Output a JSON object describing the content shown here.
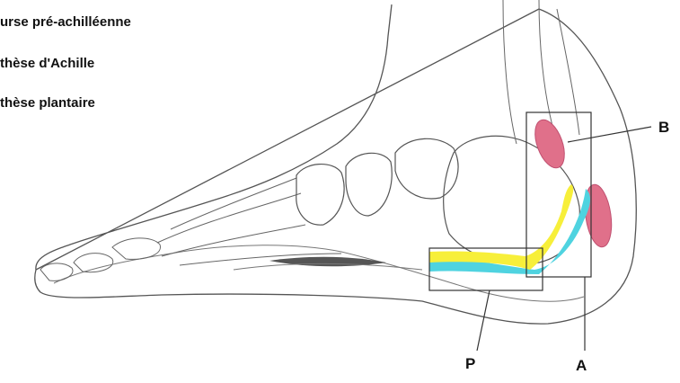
{
  "legend": {
    "bursa": "urse pré-achilléenne",
    "achilles": "thèse d'Achille",
    "plantar": "thèse plantaire"
  },
  "labels": {
    "b": "B",
    "p": "P",
    "a": "A"
  },
  "colors": {
    "bursa_fill": "#e0708a",
    "achilles_fill": "#f7ef3a",
    "plantar_fill": "#4fd3e0",
    "line": "#444444"
  }
}
